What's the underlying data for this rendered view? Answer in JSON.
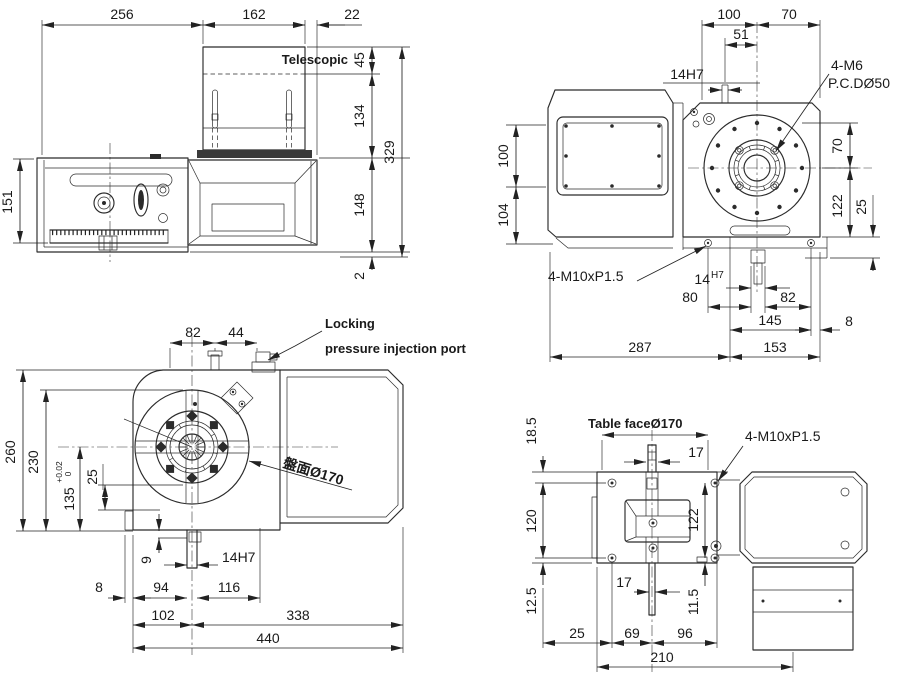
{
  "side_view": {
    "telescopic": "Telescopic",
    "d256": "256",
    "d162": "162",
    "d22": "22",
    "d45": "45",
    "d134": "134",
    "d148": "148",
    "d2": "2",
    "d329": "329",
    "d151": "151"
  },
  "front_view": {
    "d100_top": "100",
    "d70_top": "70",
    "d51": "51",
    "d14h7_top": "14H7",
    "bolt_label": "4-M6",
    "pcd_label": "P.C.DØ50",
    "d100_left": "100",
    "d104": "104",
    "d70_right": "70",
    "d122": "122",
    "d25": "25",
    "mount_label": "4-M10xP1.5",
    "d14": "14",
    "d14_tol": "H7",
    "d80": "80",
    "d82": "82",
    "d145": "145",
    "d8": "8",
    "d287": "287",
    "d153": "153"
  },
  "face_view": {
    "d82": "82",
    "d44": "44",
    "lock_line1": "Locking",
    "lock_line2": "pressure injection port",
    "d260": "260",
    "d230": "230",
    "d135": "135",
    "d135_tol_upper": "+0.02",
    "d135_tol_lower": "0",
    "d25": "25",
    "face_label": "盤面Ø170",
    "d9": "9",
    "d14h7": "14H7",
    "d8": "8",
    "d94": "94",
    "d116": "116",
    "d102": "102",
    "d338": "338",
    "d440": "440"
  },
  "top_view": {
    "d18_5": "18.5",
    "d120": "120",
    "d12_5": "12.5",
    "face_label": "Table faceØ170",
    "d17_top": "17",
    "mount_label": "4-M10xP1.5",
    "d122": "122",
    "d17_bottom": "17",
    "d11_5": "11.5",
    "d25": "25",
    "d69": "69",
    "d96": "96",
    "d210": "210"
  }
}
